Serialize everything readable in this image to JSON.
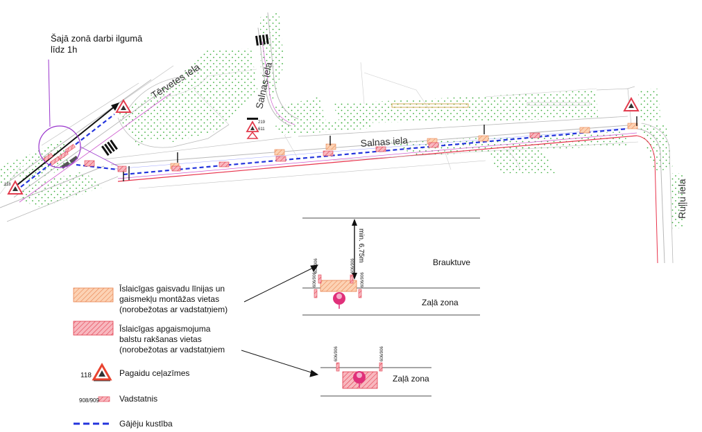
{
  "colors": {
    "road_edge": "#bbbbbb",
    "curb_red": "#e8324a",
    "curb_magenta": "#cc55cc",
    "workzone_orange": "#f5a070",
    "workzone_red": "#e84a5a",
    "tree_green": "#33aa33",
    "pedestrian_blue": "#2233dd",
    "pole_magenta": "#e0307a",
    "leader_purple": "#9933cc"
  },
  "annotation": {
    "short_works_line1": "Šajā zonā darbi ilgumā",
    "short_works_line2": "līdz 1h"
  },
  "streets": {
    "tervetes": "Tērvetes iela",
    "salnas_vertical": "Salnas iela",
    "salnas_main": "Salnas iela",
    "rujlu": "Ruļļu iela"
  },
  "map_sign_codes": {
    "code_118": "118",
    "code_219": "219",
    "code_611": "611"
  },
  "detail": {
    "dimension": "min. 6,75m",
    "carriageway": "Brauktuve",
    "green_zone_top": "Zaļā zona",
    "green_zone_bottom": "Zaļā zona",
    "barrier_code": "606/906"
  },
  "legend": {
    "item1": [
      "Īslaicīgas gaisvadu līnijas un",
      "gaismekļu montāžas vietas",
      "(norobežotas ar vadstatņiem)"
    ],
    "item2": [
      "Īslaicīgas apgaismojuma",
      "balstu rakšanas vietas",
      "(norobežotas ar vadstatņiem"
    ],
    "sign_code": "118",
    "sign_label": "Pagaidu ceļazīmes",
    "barrier_code": "908/909",
    "barrier_label": "Vadstatnis",
    "pedestrian_label": "Gājēju kustība"
  }
}
